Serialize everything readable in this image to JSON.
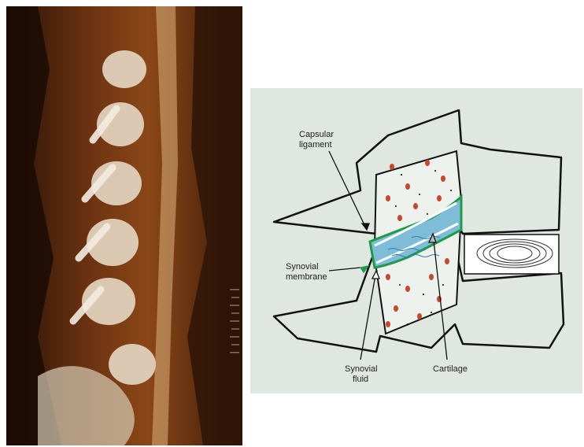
{
  "figure": {
    "labels": {
      "capsular_ligament": [
        "Capsular",
        "ligament"
      ],
      "synovial_membrane": [
        "Synovial",
        "membrane"
      ],
      "synovial_fluid": [
        "Synovial",
        "fluid"
      ],
      "cartilage": "Cartilage"
    },
    "colors": {
      "background": "#dfe7e0",
      "synovial_fluid": "#7fbcd8",
      "synovial_membrane": "#1f9a4a",
      "cartilage": "#ffffff",
      "dots": "#c8472d",
      "mri_bone": "#e6d8c4",
      "mri_tissue": "#7a3a14"
    }
  }
}
